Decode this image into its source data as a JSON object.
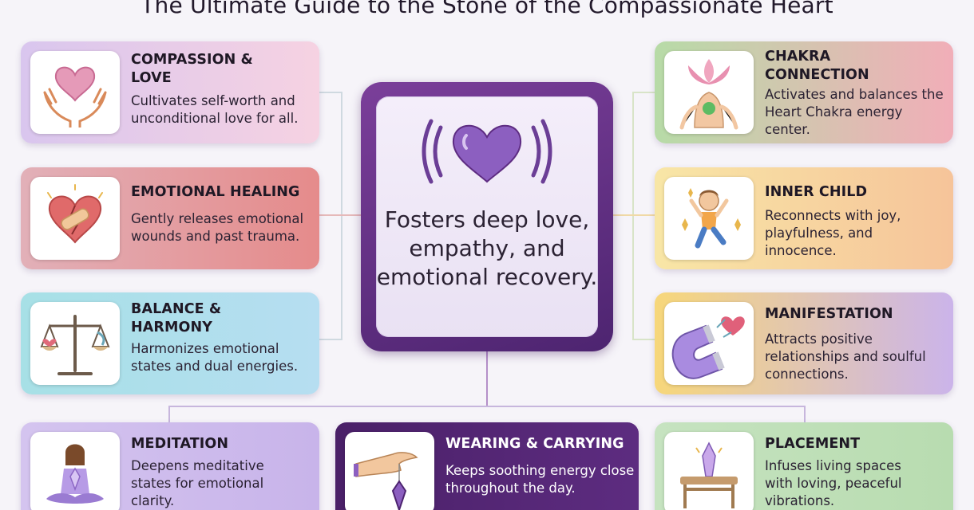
{
  "title": "The Ultimate Guide to the Stone of the Compassionate Heart",
  "center": {
    "text": "Fosters deep love, empathy, and emotional recovery."
  },
  "cards": {
    "compassion": {
      "title": "COMPASSION & LOVE",
      "desc": "Cultivates self-worth and unconditional love for all.",
      "icon": "heart-hands-icon"
    },
    "healing": {
      "title": "EMOTIONAL HEALING",
      "desc": "Gently releases emotional wounds and past trauma.",
      "icon": "bandaged-heart-icon"
    },
    "balance": {
      "title": "BALANCE & HARMONY",
      "desc": "Harmonizes emotional states and dual energies.",
      "icon": "scales-icon"
    },
    "chakra": {
      "title": "CHAKRA CONNECTION",
      "desc": "Activates and balances the Heart Chakra energy center.",
      "icon": "lotus-chakra-icon"
    },
    "inner_child": {
      "title": "INNER CHILD",
      "desc": "Reconnects with joy, playfulness, and innocence.",
      "icon": "jumping-child-icon"
    },
    "manifestation": {
      "title": "MANIFESTATION",
      "desc": "Attracts positive relationships and soulful connections.",
      "icon": "magnet-heart-icon"
    },
    "meditation": {
      "title": "MEDITATION",
      "desc": "Deepens meditative states for emotional clarity.",
      "icon": "meditating-person-icon"
    },
    "wearing": {
      "title": "WEARING & CARRYING",
      "desc": "Keeps soothing energy close throughout the day.",
      "icon": "pendant-hand-icon"
    },
    "placement": {
      "title": "PLACEMENT",
      "desc": "Infuses living spaces with loving, peaceful vibrations.",
      "icon": "crystal-table-icon"
    }
  },
  "colors": {
    "center_frame": "#5e2c82",
    "heart": "#8c5fc0",
    "wearing_card": "#4f2370"
  }
}
